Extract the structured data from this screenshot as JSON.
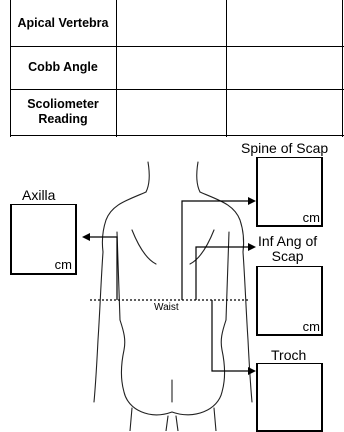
{
  "table": {
    "rows": [
      {
        "label": "Apical Vertebra"
      },
      {
        "label": "Cobb Angle"
      },
      {
        "label": "Scoliometer Reading"
      }
    ]
  },
  "diagram": {
    "labels": {
      "axilla": "Axilla",
      "spine_of_scap": "Spine of Scap",
      "inf_ang_of_scap_line1": "Inf Ang of",
      "inf_ang_of_scap_line2": "Scap",
      "troch": "Troch",
      "waist": "Waist"
    },
    "units": {
      "axilla": "cm",
      "spine_of_scap": "cm",
      "inf_ang_of_scap": "cm"
    }
  }
}
